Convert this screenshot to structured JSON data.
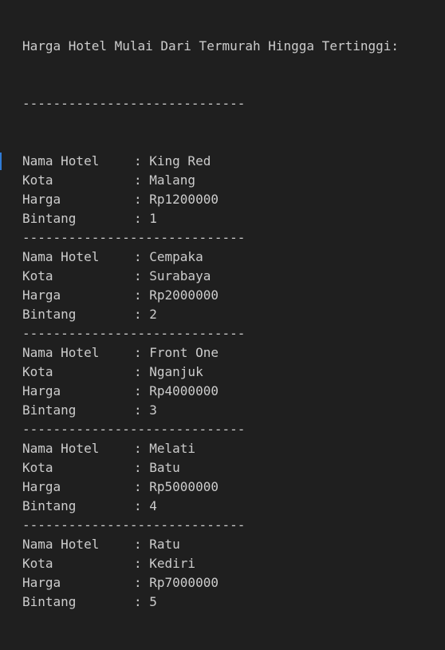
{
  "terminal": {
    "heading": "Harga Hotel Mulai Dari Termurah Hingga Tertinggi:",
    "separator": "-----------------------------",
    "labels": {
      "name": "Nama Hotel",
      "city": "Kota",
      "price": "Harga",
      "stars": "Bintang"
    },
    "value_prefix": ": ",
    "hotels": [
      {
        "name": "King Red",
        "city": "Malang",
        "price": "Rp1200000",
        "stars": "1"
      },
      {
        "name": "Cempaka",
        "city": "Surabaya",
        "price": "Rp2000000",
        "stars": "2"
      },
      {
        "name": "Front One",
        "city": "Nganjuk",
        "price": "Rp4000000",
        "stars": "3"
      },
      {
        "name": "Melati",
        "city": "Batu",
        "price": "Rp5000000",
        "stars": "4"
      },
      {
        "name": "Ratu",
        "city": "Kediri",
        "price": "Rp7000000",
        "stars": "5"
      }
    ]
  },
  "colors": {
    "background": "#1f1f1f",
    "text": "#cccccc",
    "cursor": "#2f7bd6"
  }
}
